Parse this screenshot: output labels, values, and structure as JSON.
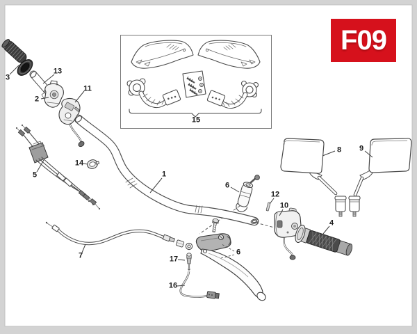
{
  "badge": {
    "text": "F09",
    "background_color": "#d6111c",
    "text_color": "#ffffff"
  },
  "diagram": {
    "kind": "exploded-parts-diagram",
    "callouts": [
      {
        "number": "1"
      },
      {
        "number": "2"
      },
      {
        "number": "3"
      },
      {
        "number": "4"
      },
      {
        "number": "5"
      },
      {
        "number": "6"
      },
      {
        "number": "6"
      },
      {
        "number": "7"
      },
      {
        "number": "8"
      },
      {
        "number": "9"
      },
      {
        "number": "10"
      },
      {
        "number": "11"
      },
      {
        "number": "12"
      },
      {
        "number": "13"
      },
      {
        "number": "14"
      },
      {
        "number": "15"
      },
      {
        "number": "16"
      },
      {
        "number": "17"
      }
    ],
    "colors": {
      "line": "#4a4a4a",
      "paper": "#ffffff",
      "frame": "#d3d3d3"
    }
  }
}
